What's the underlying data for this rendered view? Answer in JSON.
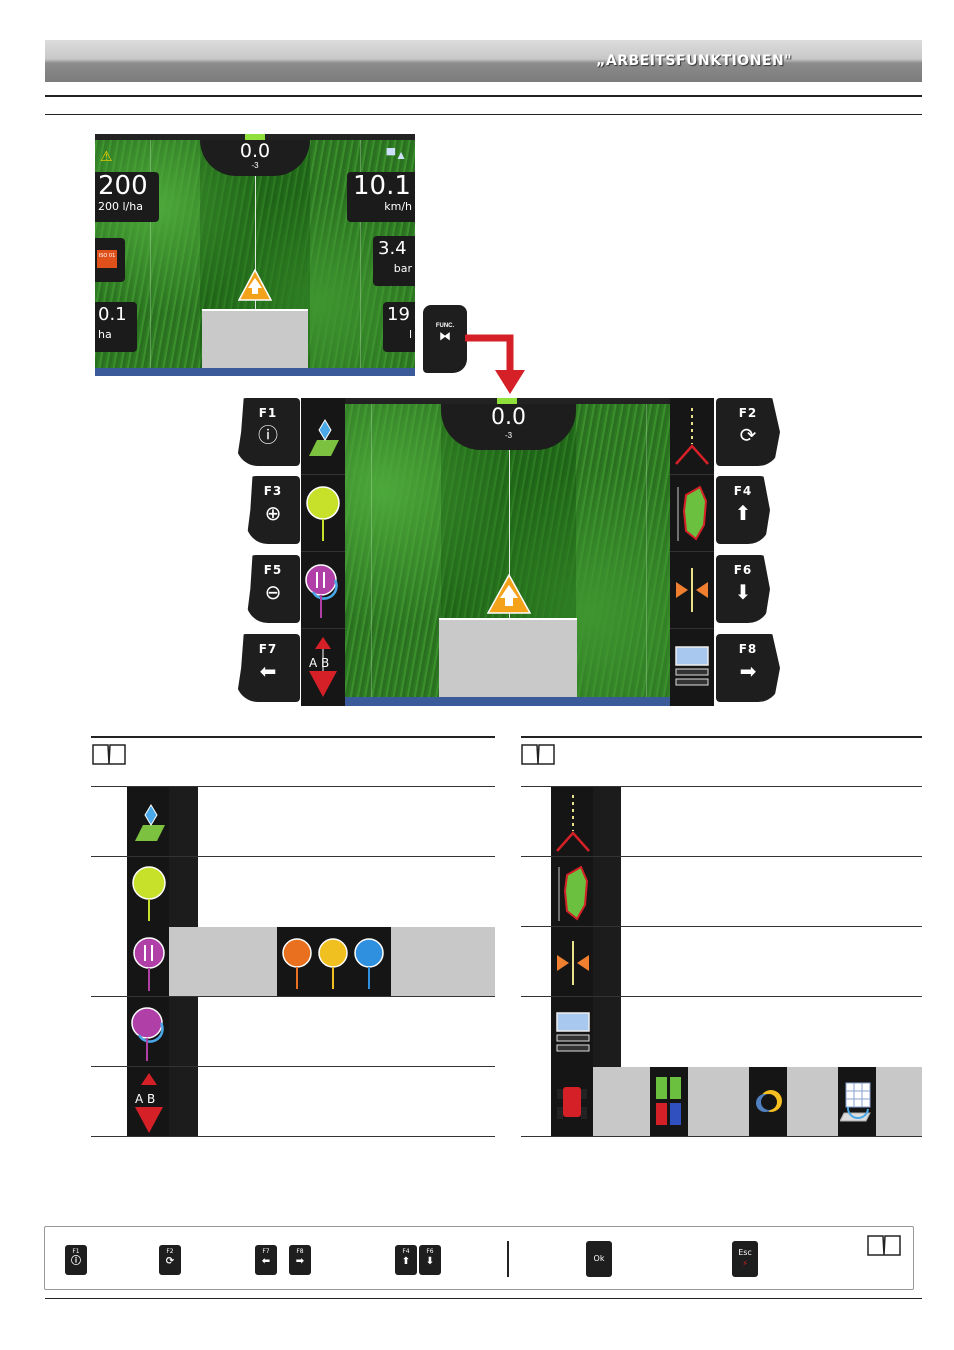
{
  "header": {
    "title": "„ARBEITSFUNKTIONEN\""
  },
  "screen1": {
    "speed": "0.0",
    "speed_sub": "-3",
    "rate_value": "200",
    "rate_unit": "200 l/ha",
    "speed_value": "10.1",
    "speed_unit": "km/h",
    "pressure_value": "3.4",
    "pressure_unit": "bar",
    "area_value": "0.1",
    "area_unit": "ha",
    "volume_value": "19",
    "volume_unit": "l",
    "iso_badge": "ISO 01"
  },
  "func_key": {
    "label": "FUNC."
  },
  "screen2": {
    "speed": "0.0",
    "speed_sub": "-3"
  },
  "fkeys": {
    "f1": "F1",
    "f2": "F2",
    "f3": "F3",
    "f4": "F4",
    "f5": "F5",
    "f6": "F6",
    "f7": "F7",
    "f8": "F8"
  },
  "softkey_ab_label": "A B",
  "footer_keys": {
    "f1": "F1",
    "f2": "F2",
    "f7": "F7",
    "f8": "F8",
    "f4": "F4",
    "f6": "F6",
    "ok": "Ok",
    "esc": "Esc"
  },
  "colors": {
    "accent_green": "#8fe03a",
    "arrow_red": "#d42026",
    "warning_orange": "#f5a21b"
  }
}
